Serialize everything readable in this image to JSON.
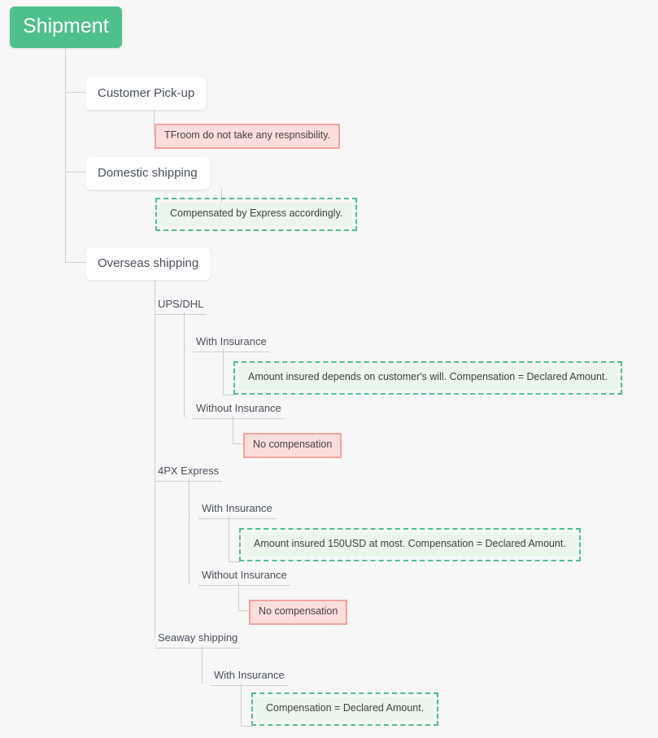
{
  "theme": {
    "background": "#f7f7f7",
    "root_fill": "#4ec08c",
    "root_text": "#ffffff",
    "node_fill": "#ffffff",
    "node_text": "#49505c",
    "line_color": "#cfcfcf",
    "note_red_fill": "#fbdedb",
    "note_red_border": "#f2a49e",
    "note_green_fill": "#eaf6ec",
    "note_green_border": "#4fc08d",
    "note_text": "#42403f"
  },
  "root": {
    "label": "Shipment"
  },
  "branches": [
    {
      "label": "Customer Pick-up",
      "note": {
        "kind": "red",
        "text": "TFroom do not take any respnsibility."
      }
    },
    {
      "label": "Domestic shipping",
      "note": {
        "kind": "green",
        "text": "Compensated by Express accordingly."
      }
    },
    {
      "label": "Overseas shipping",
      "carriers": [
        {
          "label": "UPS/DHL",
          "options": [
            {
              "label": "With Insurance",
              "note": {
                "kind": "green",
                "text": "Amount insured depends on customer's will. Compensation = Declared Amount."
              }
            },
            {
              "label": "Without Insurance",
              "note": {
                "kind": "red",
                "text": "No compensation"
              }
            }
          ]
        },
        {
          "label": "4PX Express",
          "options": [
            {
              "label": "With Insurance",
              "note": {
                "kind": "green",
                "text": "Amount insured 150USD at most. Compensation = Declared Amount."
              }
            },
            {
              "label": "Without Insurance",
              "note": {
                "kind": "red",
                "text": "No compensation"
              }
            }
          ]
        },
        {
          "label": "Seaway shipping",
          "options": [
            {
              "label": "With Insurance",
              "note": {
                "kind": "green",
                "text": "Compensation = Declared Amount."
              }
            }
          ]
        }
      ]
    }
  ]
}
